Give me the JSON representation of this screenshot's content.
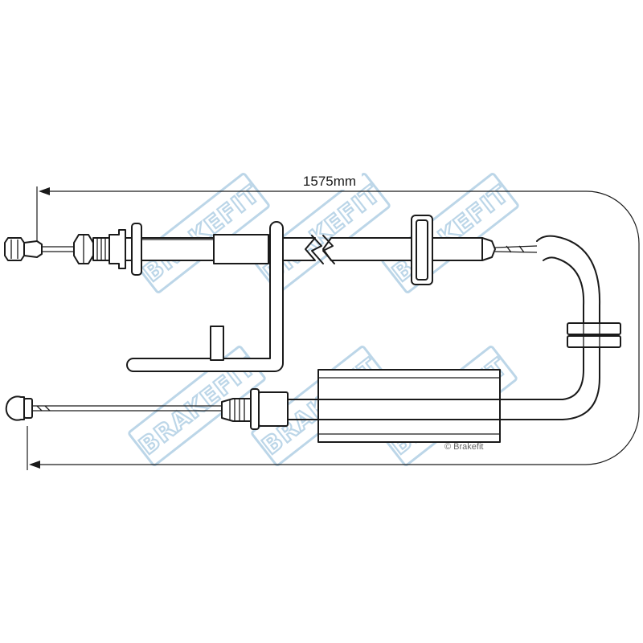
{
  "dimension": {
    "overall_length_label": "1575mm"
  },
  "watermark": {
    "brand_text": "BRAKEFIT",
    "color": "#bcd6e8"
  },
  "copyright": {
    "text": "© Brakefit"
  },
  "colors": {
    "line": "#1a1a1a",
    "background": "#ffffff"
  }
}
